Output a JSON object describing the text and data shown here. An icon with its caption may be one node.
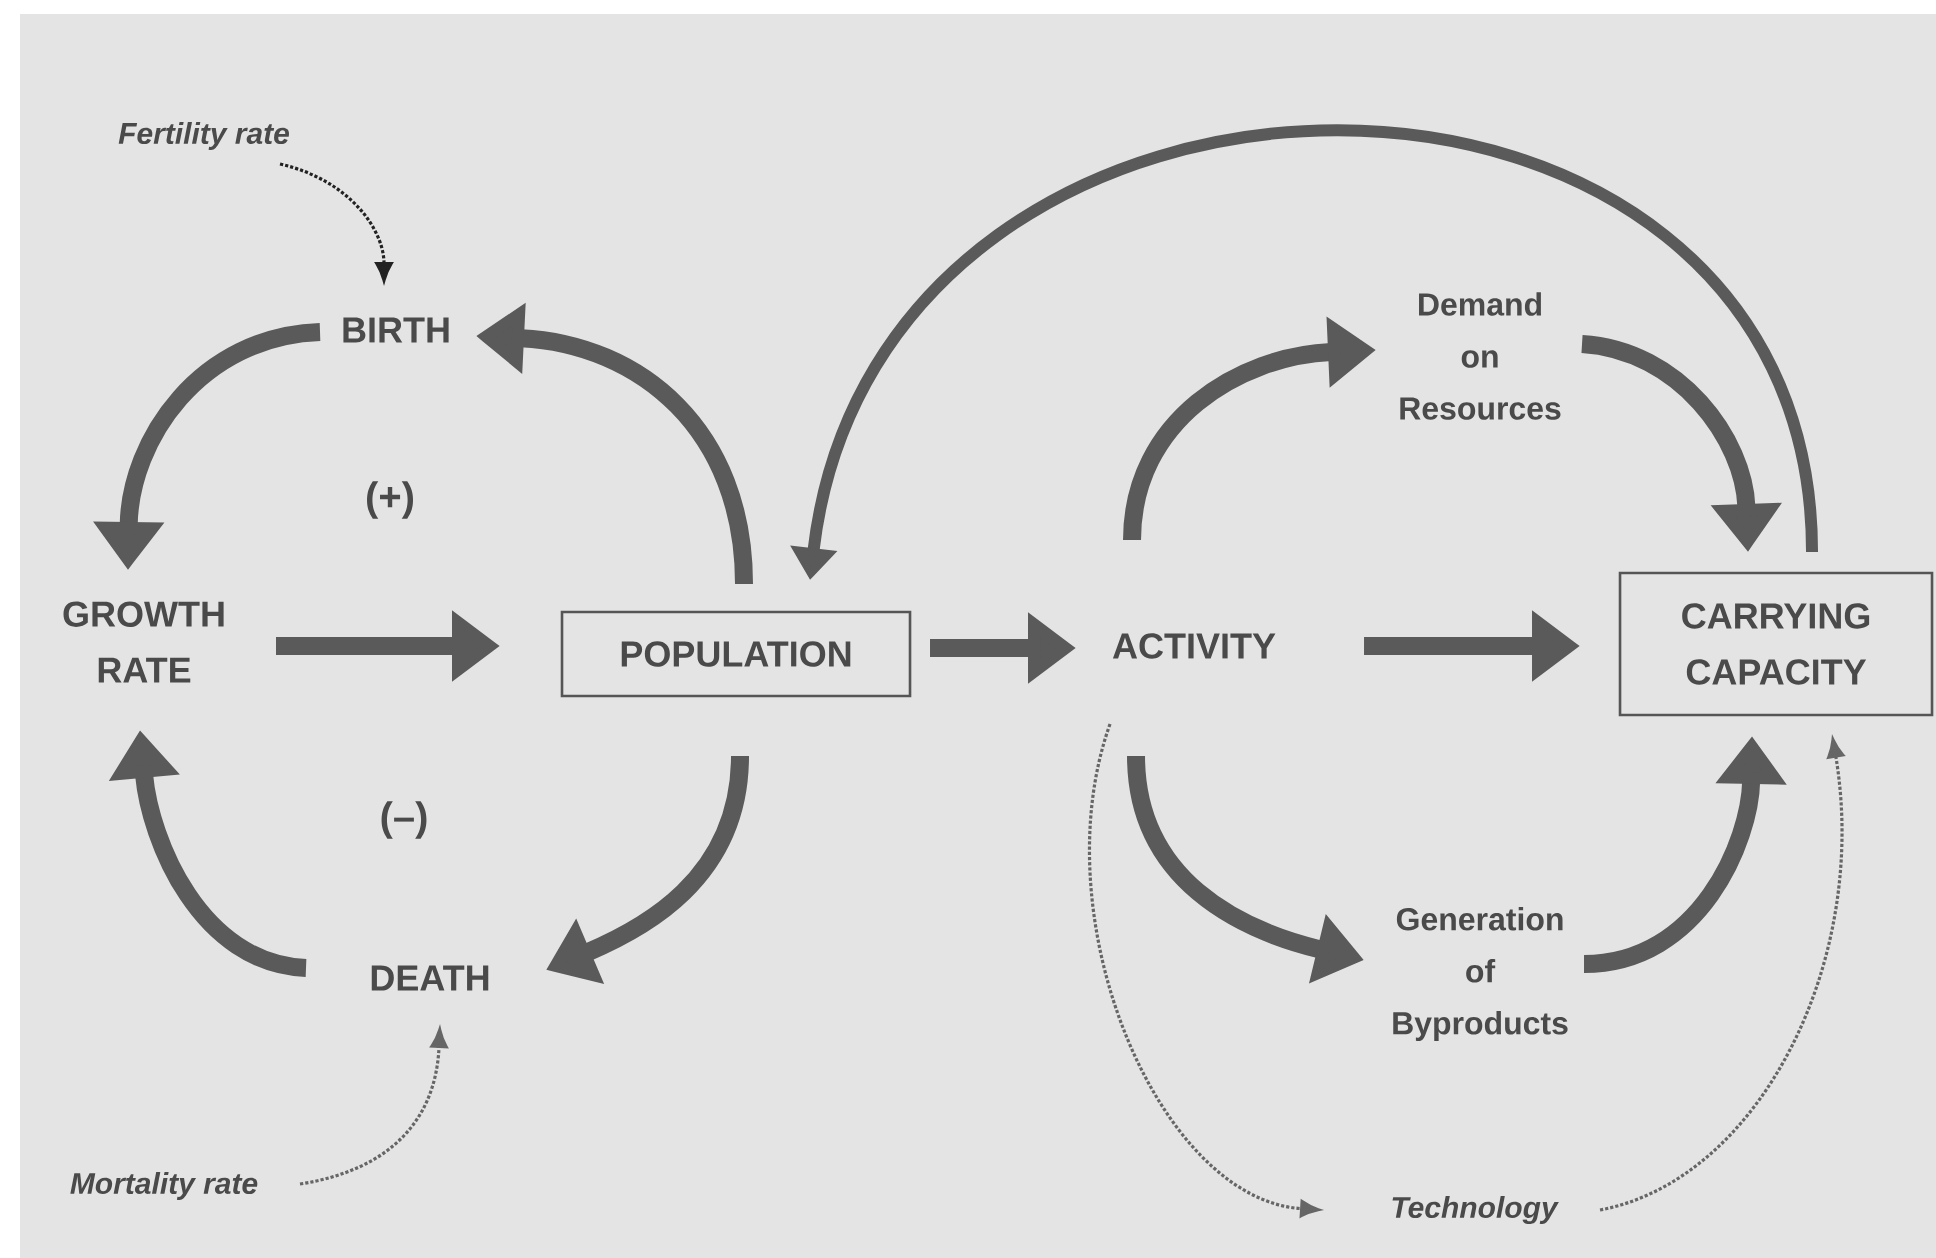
{
  "diagram": {
    "nodes": [
      {
        "text": [
          "Fertility rate"
        ]
      },
      {
        "text": [
          "BIRTH"
        ]
      },
      {
        "text": [
          "GROWTH RATE"
        ]
      },
      {
        "text": [
          "POPULATION"
        ]
      },
      {
        "text": [
          "DEATH"
        ]
      },
      {
        "text": [
          "Mortality rate"
        ]
      },
      {
        "text": [
          "ACTIVITY"
        ]
      },
      {
        "text": [
          "Demand on Resources"
        ]
      },
      {
        "text": [
          "CARRYING CAPACITY"
        ]
      },
      {
        "text": [
          "Generation of Byproducts"
        ]
      },
      {
        "text": [
          "Technology"
        ]
      }
    ],
    "edges": [
      {
        "from": 0,
        "to": 1,
        "arrow": "to",
        "style": "dashed",
        "color": "#222222"
      },
      {
        "from": 3,
        "to": 1,
        "arrow": "to"
      },
      {
        "from": 1,
        "to": 2,
        "arrow": "to"
      },
      {
        "from": 2,
        "to": 3,
        "arrow": "to"
      },
      {
        "from": 3,
        "to": 4,
        "arrow": "to"
      },
      {
        "from": 4,
        "to": 2,
        "arrow": "to"
      },
      {
        "from": 5,
        "to": 4,
        "arrow": "to",
        "style": "dashed"
      },
      {
        "from": 3,
        "to": 6,
        "arrow": "to"
      },
      {
        "from": 6,
        "to": 7,
        "arrow": "to"
      },
      {
        "from": 7,
        "to": 8,
        "arrow": "to"
      },
      {
        "from": 6,
        "to": 8,
        "arrow": "to"
      },
      {
        "from": 8,
        "to": 3,
        "arrow": "to"
      },
      {
        "from": 6,
        "to": 9,
        "arrow": "to"
      },
      {
        "from": 9,
        "to": 8,
        "arrow": "to"
      },
      {
        "from": 6,
        "to": 10,
        "arrow": "to",
        "style": "dashed"
      },
      {
        "from": 10,
        "to": 8,
        "arrow": "to",
        "style": "dashed"
      }
    ],
    "labels": [
      "(+)",
      "(–)"
    ]
  }
}
